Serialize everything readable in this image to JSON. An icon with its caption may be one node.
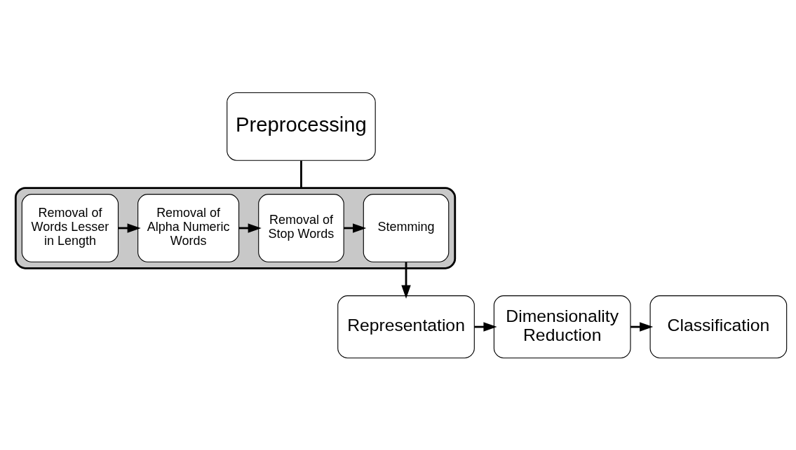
{
  "diagram": {
    "nodes": [
      {
        "text": [
          "Preprocessing"
        ]
      },
      {
        "text": [],
        "shape": "box"
      },
      {
        "text": [
          "Removal of Words Lesser in Length"
        ],
        "in": 1
      },
      {
        "text": [
          "Removal of Alpha Numeric Words"
        ],
        "in": 1
      },
      {
        "text": [
          "Removal of Stop Words"
        ],
        "in": 1
      },
      {
        "text": [
          "Stemming"
        ],
        "in": 1
      },
      {
        "text": [
          "Representation"
        ]
      },
      {
        "text": [
          "Dimensionality Reduction"
        ]
      },
      {
        "text": [
          "Classification"
        ]
      }
    ],
    "edges": [
      {
        "from": 0,
        "to": 1,
        "arrow": "none"
      },
      {
        "from": 2,
        "to": 3,
        "arrow": "to"
      },
      {
        "from": 3,
        "to": 4,
        "arrow": "to"
      },
      {
        "from": 4,
        "to": 5,
        "arrow": "to"
      },
      {
        "from": 5,
        "to": 6,
        "arrow": "to"
      },
      {
        "from": 6,
        "to": 7,
        "arrow": "to"
      },
      {
        "from": 7,
        "to": 8,
        "arrow": "to"
      }
    ]
  }
}
